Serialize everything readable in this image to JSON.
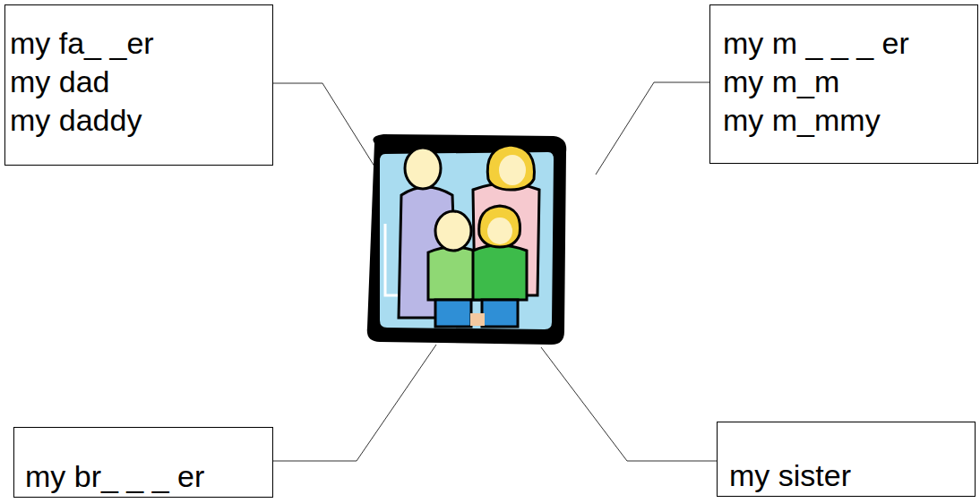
{
  "diagram": {
    "nodes": [
      {
        "text": [
          "my fa_ _er",
          "my dad",
          "my daddy"
        ]
      },
      {
        "text": [
          "my m _ _ _ er",
          "my m_m",
          "my m_mmy"
        ]
      },
      {
        "text": [
          "my br_ _ _ er"
        ]
      },
      {
        "text": [
          "my sister"
        ]
      }
    ]
  }
}
